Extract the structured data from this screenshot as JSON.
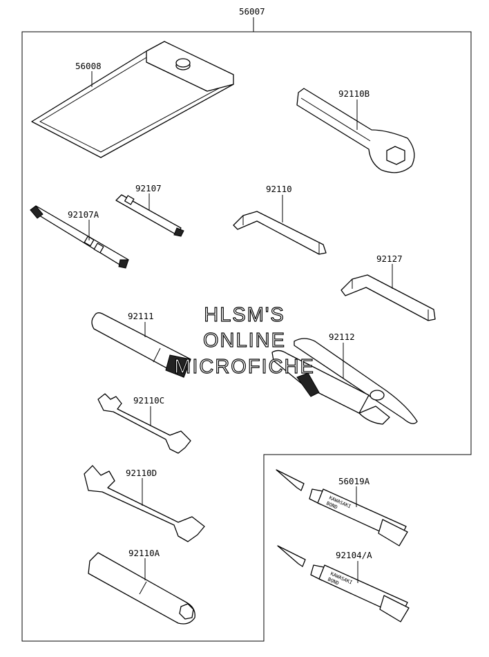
{
  "assembly_number": "56007",
  "parts": [
    {
      "id": "tool-bag",
      "number": "56008"
    },
    {
      "id": "box-wrench",
      "number": "92110B"
    },
    {
      "id": "screwdriver-bit",
      "number": "92107"
    },
    {
      "id": "screwdriver-bit-a",
      "number": "92107A"
    },
    {
      "id": "hex-key",
      "number": "92110"
    },
    {
      "id": "hex-key-large",
      "number": "92127"
    },
    {
      "id": "handle",
      "number": "92111"
    },
    {
      "id": "pliers",
      "number": "92112"
    },
    {
      "id": "wrench-c",
      "number": "92110C"
    },
    {
      "id": "wrench-d",
      "number": "92110D"
    },
    {
      "id": "socket-wrench",
      "number": "92110A"
    },
    {
      "id": "bond-1",
      "number": "56019A"
    },
    {
      "id": "bond-2",
      "number": "92104/A"
    }
  ],
  "tube_print": {
    "line1": "KAWASAKI",
    "line2": "BOND"
  },
  "watermark": {
    "line1": "HLSM'S",
    "line2": "ONLINE",
    "line3": "MICROFICHE"
  }
}
